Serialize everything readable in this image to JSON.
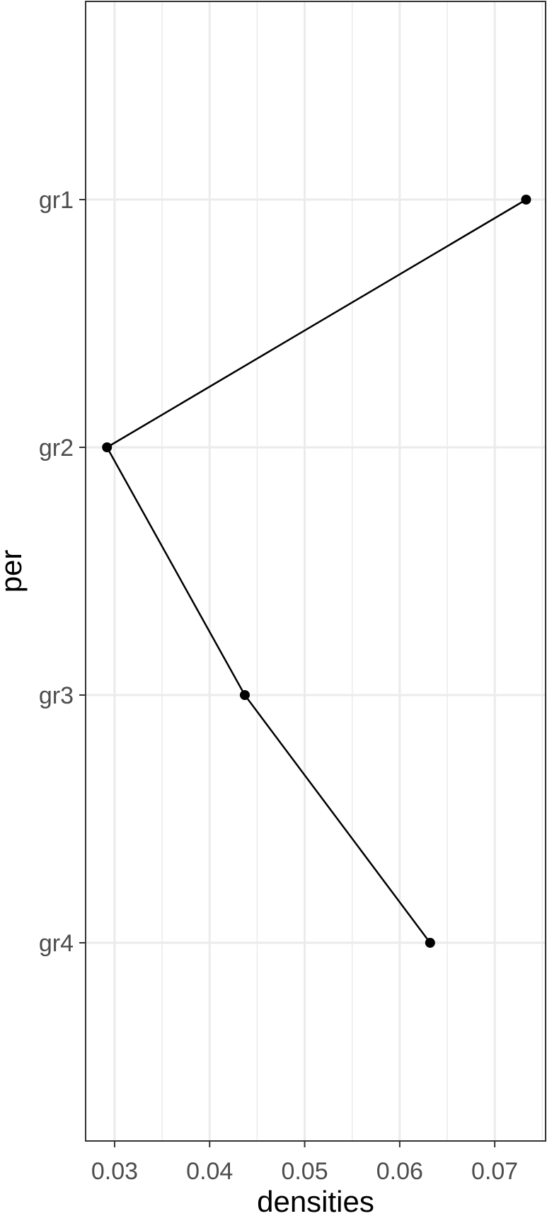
{
  "chart_data": {
    "type": "line",
    "x_ticks": [
      0.03,
      0.04,
      0.05,
      0.06,
      0.07
    ],
    "x_tick_labels": [
      "0.03",
      "0.04",
      "0.05",
      "0.06",
      "0.07"
    ],
    "xlim": [
      0.02695,
      0.07535
    ],
    "y_categories": [
      "gr1",
      "gr2",
      "gr3",
      "gr4"
    ],
    "xlabel": "densities",
    "ylabel": "per",
    "series": [
      {
        "points": [
          {
            "y": "gr1",
            "x": 0.0733
          },
          {
            "y": "gr2",
            "x": 0.0292
          },
          {
            "y": "gr3",
            "x": 0.0437
          },
          {
            "y": "gr4",
            "x": 0.0632
          }
        ]
      }
    ],
    "grid": true,
    "colors": {
      "line": "#000000",
      "point": "#000000",
      "grid": "#ebebeb",
      "panel_border": "#333333",
      "tick_label": "#4d4d4d"
    }
  }
}
